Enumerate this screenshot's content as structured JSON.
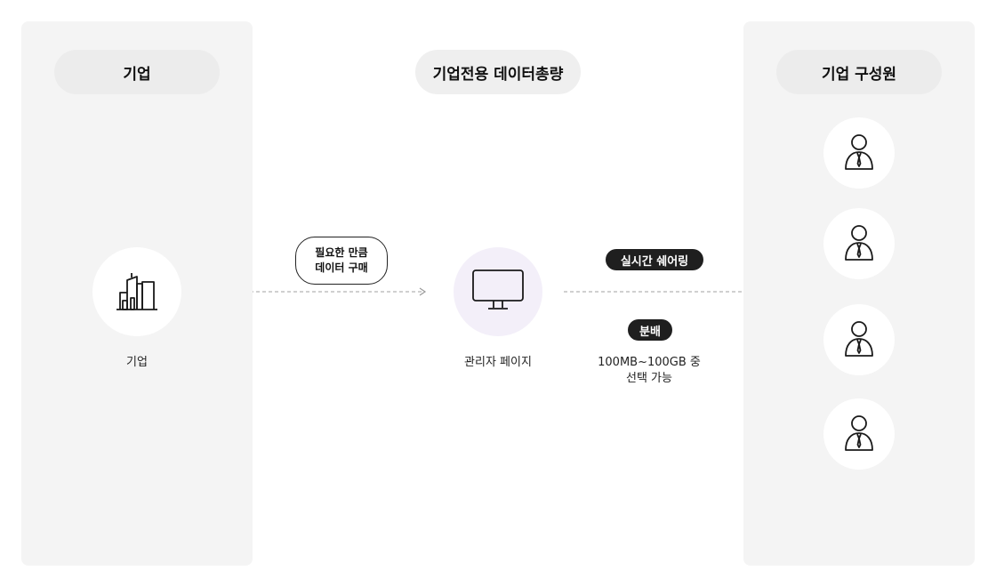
{
  "left_panel": {
    "title": "기업",
    "node_label": "기업"
  },
  "center": {
    "title": "기업전용 데이터총량",
    "node_label": "관리자 페이지",
    "purchase_badge": {
      "line1": "필요한 만큼",
      "line2": "데이터 구매"
    }
  },
  "share": {
    "badge": "실시간 쉐어링",
    "distribute_badge": "분배",
    "distribute_line1": "100MB~100GB 중",
    "distribute_line2": "선택 가능"
  },
  "right_panel": {
    "title": "기업 구성원",
    "members": [
      "member-1",
      "member-2",
      "member-3",
      "member-4"
    ]
  },
  "colors": {
    "panel": "#f4f4f4",
    "pill": "#ececec",
    "monitor_bg": "#f3eff9",
    "dashed": "#b5b5b5"
  },
  "icons": {
    "company": "building-icon",
    "admin": "monitor-icon",
    "member": "user-icon"
  }
}
